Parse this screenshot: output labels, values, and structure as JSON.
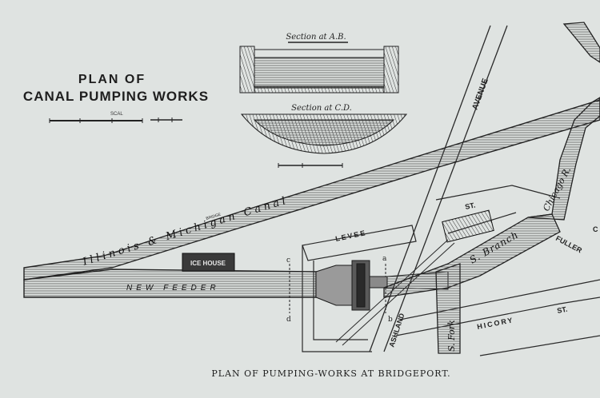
{
  "title": {
    "line1": "PLAN OF",
    "line2": "CANAL PUMPING WORKS"
  },
  "scale_label": "SCAL",
  "sections": {
    "ab": "Section at A.B.",
    "cd": "Section at C.D."
  },
  "caption": "PLAN OF PUMPING-WORKS AT BRIDGEPORT.",
  "labels": {
    "canal": "Illinois & Michigan Canal",
    "feeder": "NEW FEEDER",
    "ice_house": "ICE HOUSE",
    "avenue": "AVENUE",
    "levee": "LEVEE",
    "st": "ST.",
    "ashland": "ASHLAND",
    "s_branch": "S. Branch",
    "s_fork": "S. Fork",
    "chicago_river": "Chicago R.",
    "fuller": "FULLER",
    "hicory": "HICORY",
    "hicory_st": "ST.",
    "c_letter": "c",
    "d_letter": "d",
    "a_letter": "a",
    "b_letter": "b",
    "bridge": "BRIDGE",
    "partial_c": "C"
  },
  "colors": {
    "paper": "#dfe3e1",
    "ink": "#2a2a2a",
    "water": "#cfd2cf"
  }
}
